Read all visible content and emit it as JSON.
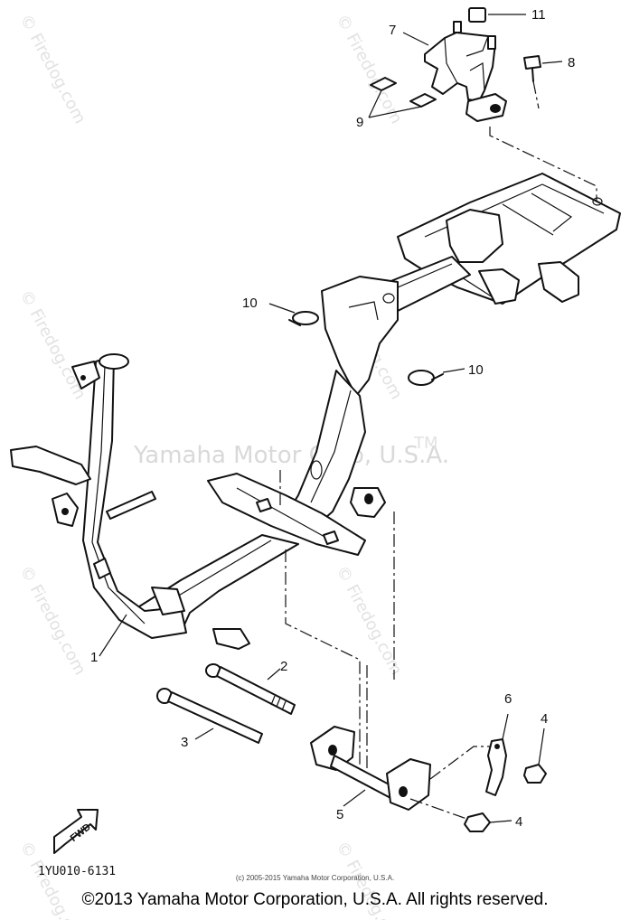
{
  "watermark": {
    "center_text": "Yamaha Motor Corp, U.S.A.",
    "tm_mark": "TM",
    "site_text": "© Firedog.com"
  },
  "callouts": {
    "p1": "1",
    "p2": "2",
    "p3": "3",
    "p4a": "4",
    "p4b": "4",
    "p5": "5",
    "p6": "6",
    "p7": "7",
    "p8": "8",
    "p9": "9",
    "p10a": "10",
    "p10b": "10",
    "p11": "11"
  },
  "fwd_label": "FWD",
  "diagram_code": "1YU010-6131",
  "small_copyright": "(c) 2005-2015 Yamaha Motor Corporation, U.S.A.",
  "copyright": "©2013 Yamaha Motor Corporation, U.S.A. All rights reserved."
}
